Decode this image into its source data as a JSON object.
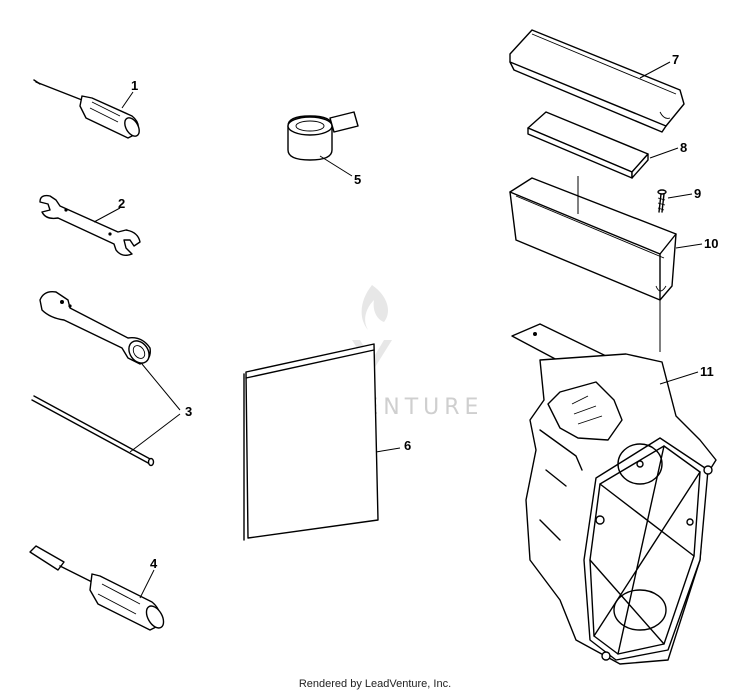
{
  "callouts": {
    "c1": "1",
    "c2": "2",
    "c3": "3",
    "c4": "4",
    "c5": "5",
    "c6": "6",
    "c7": "7",
    "c8": "8",
    "c9": "9",
    "c10": "10",
    "c11": "11"
  },
  "watermark": "LEADVENTURE",
  "footer": "Rendered by LeadVenture, Inc.",
  "colors": {
    "ink": "#000000",
    "watermark": "#cfcfcf",
    "background": "#ffffff"
  }
}
